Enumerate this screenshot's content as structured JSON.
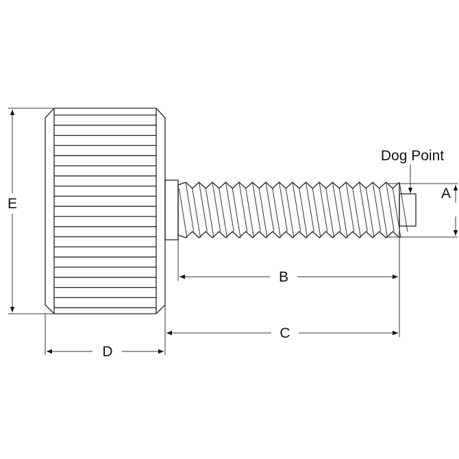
{
  "labels": {
    "dog_point": "Dog Point",
    "a": "A",
    "b": "B",
    "c": "C",
    "d": "D",
    "e": "E"
  },
  "colors": {
    "line": "#222222",
    "background": "#ffffff"
  }
}
